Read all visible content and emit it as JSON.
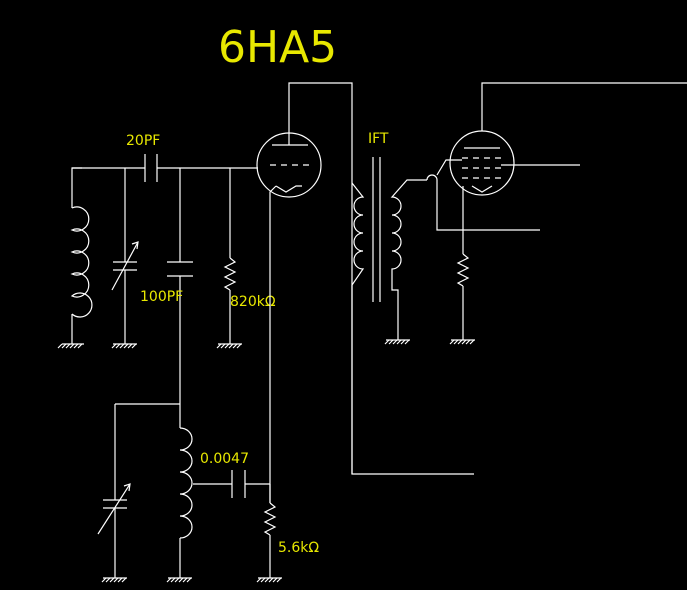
{
  "diagram": {
    "title": "6HA5",
    "labels": {
      "cap_coupling": "20PF",
      "cap_shunt": "100PF",
      "grid_resistor": "820kΩ",
      "ift": "IFT",
      "cap_feedback": "0.0047",
      "cathode_resistor": "5.6kΩ"
    },
    "colors": {
      "background": "#000000",
      "wire": "#ffffff",
      "label": "#e8e800"
    }
  }
}
